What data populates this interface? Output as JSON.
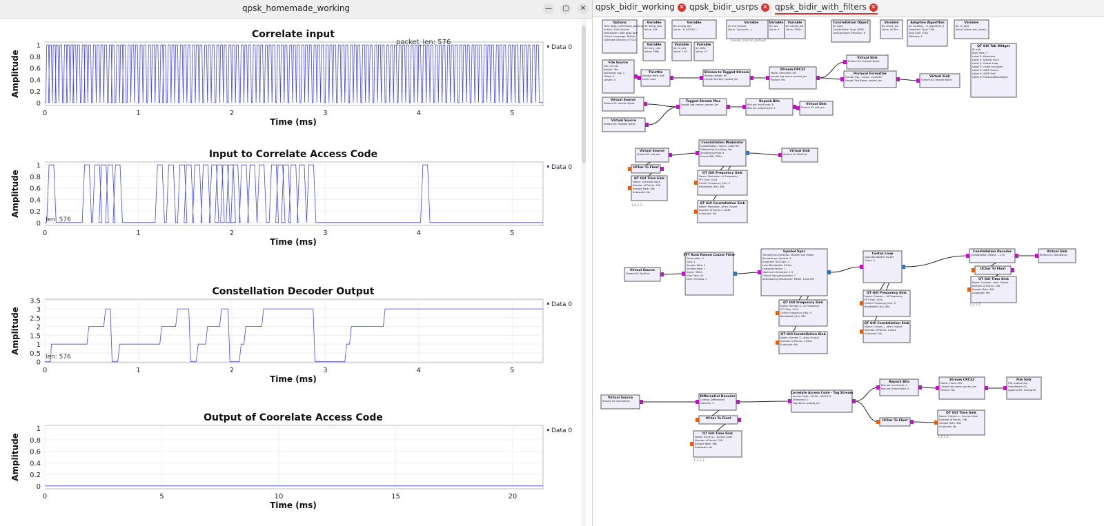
{
  "left_window": {
    "title": "qpsk_homemade_working",
    "buttons": {
      "minimize": "—",
      "maximize": "▢",
      "close": "✕"
    }
  },
  "plots": [
    {
      "type": "line",
      "title": "Correlate input",
      "xlabel": "Time (ms)",
      "ylabel": "Amplitude",
      "legend": "Data 0",
      "xlim": [
        0,
        5.33
      ],
      "ylim": [
        -0.05,
        1.05
      ],
      "xticks": [
        "0",
        "1",
        "2",
        "3",
        "4",
        "5"
      ],
      "yticks": [
        "0",
        "0.2",
        "0.4",
        "0.6",
        "0.8",
        "1"
      ],
      "annotation": "packet_len: 576",
      "pattern": "dense",
      "pulses": [
        0.03,
        0.06,
        0.1,
        0.13,
        0.17,
        0.22,
        0.25,
        0.29,
        0.32,
        0.36,
        0.41,
        0.44,
        0.48,
        0.53,
        0.57,
        0.61,
        0.65,
        0.7,
        0.73,
        0.78,
        0.82,
        0.85,
        0.9,
        0.94,
        0.98,
        1.03,
        1.07,
        1.12,
        1.16,
        1.2,
        1.25,
        1.28,
        1.33,
        1.37,
        1.41,
        1.46,
        1.5,
        1.54,
        1.59,
        1.63,
        1.67,
        1.72,
        1.76,
        1.8,
        1.85,
        1.89,
        1.93,
        1.98,
        2.02,
        2.06,
        2.11,
        2.15,
        2.19,
        2.24,
        2.28,
        2.32,
        2.37,
        2.41,
        2.45,
        2.5,
        2.54,
        2.58,
        2.63,
        2.67,
        2.71,
        2.76,
        2.8,
        2.84,
        2.89,
        2.93,
        2.97,
        3.02,
        3.06,
        3.1,
        3.15,
        3.19,
        3.23,
        3.28,
        3.32,
        3.36,
        3.41,
        3.45,
        3.49,
        3.54,
        3.58,
        3.62,
        3.67,
        3.71,
        3.75,
        3.8,
        3.84,
        3.88,
        3.93,
        3.97,
        4.01,
        4.06,
        4.1,
        4.14,
        4.19,
        4.23,
        4.27,
        4.32,
        4.36,
        4.4,
        4.45,
        4.49,
        4.53,
        4.58,
        4.62,
        4.66,
        4.71,
        4.75,
        4.79,
        4.84,
        4.88,
        4.92,
        4.97,
        5.01,
        5.05,
        5.1,
        5.14,
        5.18,
        5.23,
        5.27
      ],
      "pulse_width": 0.02,
      "ones": []
    },
    {
      "type": "line",
      "title": "Input to Correlate Access Code",
      "xlabel": "Time (ms)",
      "ylabel": "Amplitude",
      "legend": "Data 0",
      "xlim": [
        0,
        5.33
      ],
      "ylim": [
        -0.05,
        1.05
      ],
      "xticks": [
        "0",
        "1",
        "2",
        "3",
        "4",
        "5"
      ],
      "yticks": [
        "0",
        "0.2",
        "0.4",
        "0.6",
        "0.8",
        "1"
      ],
      "annotation": "len: 576",
      "pulses": [
        0.07,
        0.45,
        0.56,
        0.63,
        0.7,
        0.78,
        1.23,
        1.35,
        1.47,
        1.54,
        1.63,
        1.72,
        1.81,
        1.87,
        1.93,
        1.99,
        2.04,
        2.13,
        2.22,
        2.32,
        2.45,
        2.52,
        2.58,
        2.66,
        2.75,
        2.85,
        4.07
      ],
      "pulse_width": 0.05
    },
    {
      "type": "line",
      "title": "Constellation Decoder Output",
      "xlabel": "Time (ms)",
      "ylabel": "Amplitude",
      "legend": "Data 0",
      "xlim": [
        0,
        5.33
      ],
      "ylim": [
        -0.05,
        3.55
      ],
      "xticks": [
        "0",
        "1",
        "2",
        "3",
        "4",
        "5"
      ],
      "yticks": [
        "0",
        "0.5",
        "1",
        "1.5",
        "2",
        "2.5",
        "3",
        "3.5"
      ],
      "annotation": "len: 576",
      "steps": [
        [
          0,
          0
        ],
        [
          0.06,
          0
        ],
        [
          0.07,
          1
        ],
        [
          0.45,
          1
        ],
        [
          0.47,
          2
        ],
        [
          0.63,
          2
        ],
        [
          0.65,
          3
        ],
        [
          0.7,
          3
        ],
        [
          0.72,
          0
        ],
        [
          0.78,
          0
        ],
        [
          0.8,
          1
        ],
        [
          1.23,
          1
        ],
        [
          1.25,
          2
        ],
        [
          1.4,
          2
        ],
        [
          1.42,
          3
        ],
        [
          1.54,
          3
        ],
        [
          1.56,
          0
        ],
        [
          1.62,
          0
        ],
        [
          1.64,
          1
        ],
        [
          1.72,
          1
        ],
        [
          1.74,
          2
        ],
        [
          1.87,
          2
        ],
        [
          1.89,
          3
        ],
        [
          1.96,
          3
        ],
        [
          1.98,
          0
        ],
        [
          2.08,
          0
        ],
        [
          2.1,
          1
        ],
        [
          2.13,
          1
        ],
        [
          2.15,
          2
        ],
        [
          2.32,
          2
        ],
        [
          2.34,
          3
        ],
        [
          2.87,
          3
        ],
        [
          2.89,
          0
        ],
        [
          3.21,
          0
        ],
        [
          3.23,
          1
        ],
        [
          3.26,
          1
        ],
        [
          3.28,
          2
        ],
        [
          3.62,
          2
        ],
        [
          3.64,
          3
        ],
        [
          4.05,
          3
        ],
        [
          4.07,
          3
        ],
        [
          5.33,
          3
        ]
      ]
    },
    {
      "type": "line",
      "title": "Output of Coorelate Access Code",
      "xlabel": "Time (ms)",
      "ylabel": "Amplitude",
      "legend": "Data 0",
      "xlim": [
        0,
        21.3
      ],
      "ylim": [
        -0.05,
        1.05
      ],
      "xticks": [
        "0",
        "5",
        "10",
        "15",
        "20"
      ],
      "yticks": [
        "0",
        "0.2",
        "0.4",
        "0.6",
        "0.8",
        "1"
      ],
      "annotation": "",
      "steps": [
        [
          0,
          0
        ],
        [
          21.3,
          0
        ]
      ]
    }
  ],
  "right_window": {
    "tabs": [
      {
        "label": "qpsk_bidir_working",
        "active": false
      },
      {
        "label": "qpsk_bidir_usrps",
        "active": false
      },
      {
        "label": "qpsk_bidir_with_filters",
        "active": true
      }
    ],
    "close_glyph": "✕"
  },
  "flowgraph": {
    "blocks": [
      {
        "title": "Options",
        "lines": [
          "Title: qpsk_homemade_working",
          "Author: Zach Nuytek",
          "Description: bidir qpsk flow",
          "Output Language: Python",
          "Generate Options: QT GUI"
        ]
      },
      {
        "title": "Variable",
        "lines": [
          "ID: samp_rate",
          "Value: 48k"
        ]
      },
      {
        "title": "Variable",
        "lines": [
          "ID: access_key",
          "Value: '11100001...'"
        ]
      },
      {
        "title": "Variable",
        "lines": [
          "ID: hdr_format",
          "Value: <gnuradi...>"
        ]
      },
      {
        "title": "Variable",
        "lines": [
          "ID: sps",
          "Value: 4"
        ]
      },
      {
        "title": "Variable",
        "lines": [
          "ID: excess_bw",
          "Value: 350m"
        ]
      },
      {
        "title": "Constellation Object",
        "lines": [
          "ID: qpsk",
          "Constellation Type: QPSK",
          "Soft Decisions Precision: 8"
        ]
      },
      {
        "title": "Variable",
        "lines": [
          "ID: phase_bw",
          "Value: 62.8m"
        ]
      },
      {
        "title": "Adaptive Algorithm",
        "lines": [
          "ID: variable_...e_algorithm_0",
          "Algorithm Type: CMA",
          "Step Size: 100u",
          "Modulus: 4"
        ]
      },
      {
        "title": "Variable",
        "lines": [
          "ID: nt_taps",
          "Value: firdes.root_raised_..."
        ]
      },
      {
        "title": "Variable",
        "lines": [
          "ID: usrp_rate",
          "Value: 768k"
        ]
      },
      {
        "title": "Variable",
        "lines": [
          "ID: rx_rate",
          "Value: 1.92"
        ]
      },
      {
        "title": "Variable",
        "lines": [
          "ID: sfilts",
          "Value: 32"
        ]
      },
      {
        "title": "QT GUI Tab Widget",
        "lines": [
          "ID: tab",
          "Num Tabs: 7",
          "Label 0: Modulator",
          "Label 1: Symbol Sync",
          "Label 2: Costas Loop",
          "Label 3: Linear Equalizer",
          "Label 4: USRP Source",
          "Label 5: USRP Sink",
          "Label 6: FractionalResampler"
        ]
      },
      {
        "title": "File Source",
        "lines": [
          "File: /src.txt",
          "Repeat: Yes",
          "Add begin tag: ()",
          "Offset: 0",
          "Length: 0"
        ]
      },
      {
        "title": "Throttle",
        "lines": [
          "Sample Rate: 48k",
          "Limit: Auto"
        ]
      },
      {
        "title": "Stream to Tagged Stream",
        "lines": [
          "Packet Length: 60",
          "Length Tag Key: packet_len"
        ]
      },
      {
        "title": "Stream CRC32",
        "lines": [
          "Mode: Generate CRC",
          "Length tag name: packet_len",
          "Packed: Yes"
        ]
      },
      {
        "title": "Virtual Sink",
        "lines": [
          "Stream ID: Payload Bytes"
        ]
      },
      {
        "title": "Protocol Formatter",
        "lines": [
          "Format Obj.: <gnur...c1d3c8>",
          "Length Tag Name: packet_len"
        ]
      },
      {
        "title": "Virtual Sink",
        "lines": [
          "Stream ID: Header Bytes"
        ]
      },
      {
        "title": "Virtual Source",
        "lines": [
          "Stream ID: Header Bytes"
        ]
      },
      {
        "title": "Tagged Stream Mux",
        "lines": [
          "Length tag names: packet_len"
        ]
      },
      {
        "title": "Repack Bits",
        "lines": [
          "Bits per input byte: 8",
          "Bits per output byte: 2"
        ]
      },
      {
        "title": "Virtual Sink",
        "lines": [
          "Stream ID: pkt_out"
        ]
      },
      {
        "title": "Virtual Source",
        "lines": [
          "Stream ID: Payload Bytes"
        ]
      },
      {
        "title": "Virtual Source",
        "lines": [
          "Stream ID: pkt_out"
        ]
      },
      {
        "title": "Constellation Modulator",
        "lines": [
          "Constellation: <gnur...20d270>",
          "Differential Encoding: Yes",
          "Samples/Symbol: 4",
          "Excess BW: 350m"
        ]
      },
      {
        "title": "Virtual Sink",
        "lines": [
          "Stream ID: ModOut"
        ]
      },
      {
        "title": "UChar To Float",
        "lines": []
      },
      {
        "title": "QT GUI Time Sink",
        "lines": [
          "Name: Correlate input",
          "Number of Points: 256",
          "Sample Rate: 48k",
          "Autoscale: No"
        ]
      },
      {
        "title": "QT GUI Frequency Sink",
        "lines": [
          "Name: Modulato...ut Frequency",
          "FFT Size: 1024",
          "Center Frequency (Hz): 0",
          "Bandwidth (Hz): 48k"
        ]
      },
      {
        "title": "QT GUI Constellation Sink",
        "lines": [
          "Name: Modulato...ation Output",
          "Number of Points: 1.024k",
          "Autoscale: No"
        ]
      },
      {
        "title": "Virtual Source",
        "lines": [
          "Stream ID: ModOut"
        ]
      },
      {
        "title": "FFT Root Raised Cosine Filter",
        "lines": [
          "Decimation: 1",
          "Gain: 1",
          "Sample Rate: 4",
          "Symbol Rate: 1",
          "Alpha: 350m",
          "Num Taps: 44",
          "Num. Threads: 1"
        ]
      },
      {
        "title": "Symbol Sync",
        "lines": [
          "Timing Error Detector: Mueller and Müller",
          "Samples per Symbol: 4",
          "Expected TED Gain: 1",
          "Loop Bandwidth: 62.8m",
          "Damping Factor: 1",
          "Maximum Deviation: 1.5",
          "Output Samples/Symbol: 1",
          "Interpolating Resampler: MMSE, 8 tap FIR"
        ]
      },
      {
        "title": "Costas Loop",
        "lines": [
          "Loop Bandwidth: 62.8m",
          "Order: 4"
        ]
      },
      {
        "title": "Constellation Decoder",
        "lines": [
          "Constellation Object: ...370"
        ]
      },
      {
        "title": "Virtual Sink",
        "lines": [
          "Stream ID: DemodOut"
        ]
      },
      {
        "title": "UChar To Float",
        "lines": []
      },
      {
        "title": "QT GUI Time Sink",
        "lines": [
          "Name: Constell...oder Output",
          "Number of Points: 256",
          "Sample Rate: 48k",
          "Autoscale: Yes"
        ]
      },
      {
        "title": "QT GUI Frequency Sink",
        "lines": [
          "Name: Costas L...ut Frequency",
          "FFT Size: 1024",
          "Center Frequency (Hz): 0",
          "Bandwidth (Hz): 48k"
        ]
      },
      {
        "title": "QT GUI Constellation Sink",
        "lines": [
          "Name: Costas L...ation Output",
          "Number of Points: 1.024k",
          "Autoscale: No"
        ]
      },
      {
        "title": "QT GUI Frequency Sink",
        "lines": [
          "Name: Symbol S...ut Frequency",
          "FFT Size: 1024",
          "Center Frequency (Hz): 0",
          "Bandwidth (Hz): 48k"
        ]
      },
      {
        "title": "QT GUI Constellation Sink",
        "lines": [
          "Name: Symbol S...ation Output",
          "Number of Points: 1.024k",
          "Autoscale: No"
        ]
      },
      {
        "title": "Virtual Source",
        "lines": [
          "Stream ID: DemodOut"
        ]
      },
      {
        "title": "Differential Decoder",
        "lines": [
          "Coding: Differential",
          "Modulus: 4"
        ]
      },
      {
        "title": "Correlate Access Code - Tag Stream",
        "lines": [
          "Access Code: 11100...1001011",
          "Threshold: 0",
          "Tag Name: packet_len"
        ]
      },
      {
        "title": "Repack Bits",
        "lines": [
          "Bits per input byte: 1",
          "Bits per output byte: 8"
        ]
      },
      {
        "title": "Stream CRC32",
        "lines": [
          "Mode: Check CRC",
          "Length tag name: packet_len",
          "Packed: Yes"
        ]
      },
      {
        "title": "File Sink",
        "lines": [
          "File: output.tmp",
          "Unbuffered: On",
          "Append file: Overwrite"
        ]
      },
      {
        "title": "UChar To Float",
        "lines": []
      },
      {
        "title": "UChar To Float",
        "lines": []
      },
      {
        "title": "QT GUI Time Sink",
        "lines": [
          "Name: Output o... Access Code",
          "Number of Points: 256",
          "Sample Rate: 48k",
          "Autoscale: No"
        ]
      },
      {
        "title": "QT GUI Time Sink",
        "lines": [
          "Name: Input to... Access Code",
          "Number of Points: 256",
          "Sample Rate: 48k",
          "Autoscale: No"
        ]
      }
    ],
    "notes": [
      "header_format_default",
      "1,0,1,2",
      "1,2,1,2",
      "1,2,1,2",
      "1,2,1,2"
    ]
  }
}
